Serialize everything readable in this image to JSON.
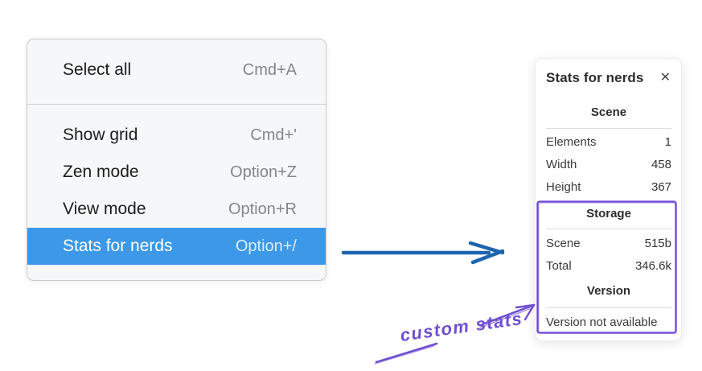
{
  "colors": {
    "menu_highlight": "#3d99e8",
    "menu_background": "#f6f7f8",
    "arrow_blue": "#1e64ae",
    "annotation_purple": "#6f4fd2",
    "sketch_box_purple": "#7048d6"
  },
  "context_menu": {
    "items": [
      {
        "label": "Select all",
        "shortcut": "Cmd+A"
      },
      {
        "label": "Show grid",
        "shortcut": "Cmd+'"
      },
      {
        "label": "Zen mode",
        "shortcut": "Option+Z"
      },
      {
        "label": "View mode",
        "shortcut": "Option+R"
      },
      {
        "label": "Stats for nerds",
        "shortcut": "Option+/"
      }
    ]
  },
  "stats_panel": {
    "title": "Stats for nerds",
    "close_icon": "✕",
    "scene": {
      "heading": "Scene",
      "rows": [
        {
          "label": "Elements",
          "value": "1"
        },
        {
          "label": "Width",
          "value": "458"
        },
        {
          "label": "Height",
          "value": "367"
        }
      ]
    },
    "storage": {
      "heading": "Storage",
      "rows": [
        {
          "label": "Scene",
          "value": "515b"
        },
        {
          "label": "Total",
          "value": "346.6k"
        }
      ]
    },
    "version": {
      "heading": "Version",
      "note": "Version not available"
    }
  },
  "annotation": {
    "label": "custom stats"
  }
}
